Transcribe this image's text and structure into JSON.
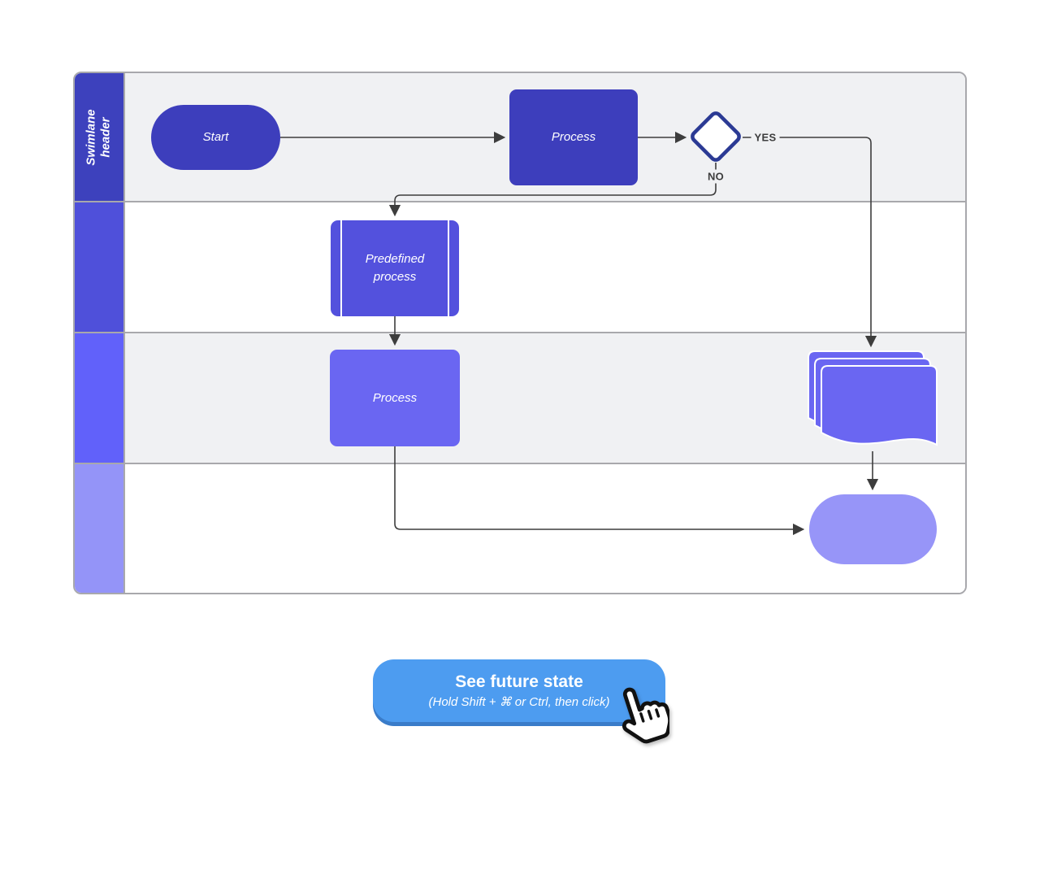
{
  "diagram": {
    "swimlane_header": "Swimlane header",
    "nodes": {
      "start": {
        "type": "terminator",
        "label": "Start"
      },
      "process1": {
        "type": "process",
        "label": "Process"
      },
      "decision": {
        "type": "decision",
        "label": ""
      },
      "predefined": {
        "type": "predefined-process",
        "label": "Predefined process"
      },
      "process2": {
        "type": "process",
        "label": "Process"
      },
      "multi_document": {
        "type": "multi-document",
        "label": ""
      },
      "end": {
        "type": "terminator",
        "label": ""
      }
    },
    "edges": {
      "yes": "YES",
      "no": "NO"
    }
  },
  "button": {
    "title": "See future state",
    "subtitle": "(Hold Shift + ⌘ or Ctrl, then click)"
  },
  "colors": {
    "lane1_header": "#3d41bd",
    "lane2_header": "#4f50da",
    "lane3_header": "#6161fa",
    "lane4_header": "#9494f8",
    "lane_gray": "#f0f1f3",
    "lane_white": "#ffffff",
    "lane_border": "#a8a8ac",
    "node_dark": "#3d3ebc",
    "node_mid": "#5351dd",
    "node_light": "#6a66f2",
    "node_lighter": "#9795f8",
    "diamond_stroke": "#2b3a94",
    "line": "#3d3d3d",
    "edge_label": "#3d3d3d",
    "button_bg": "#4d9cf0",
    "button_shadow": "#3a7cc9"
  }
}
